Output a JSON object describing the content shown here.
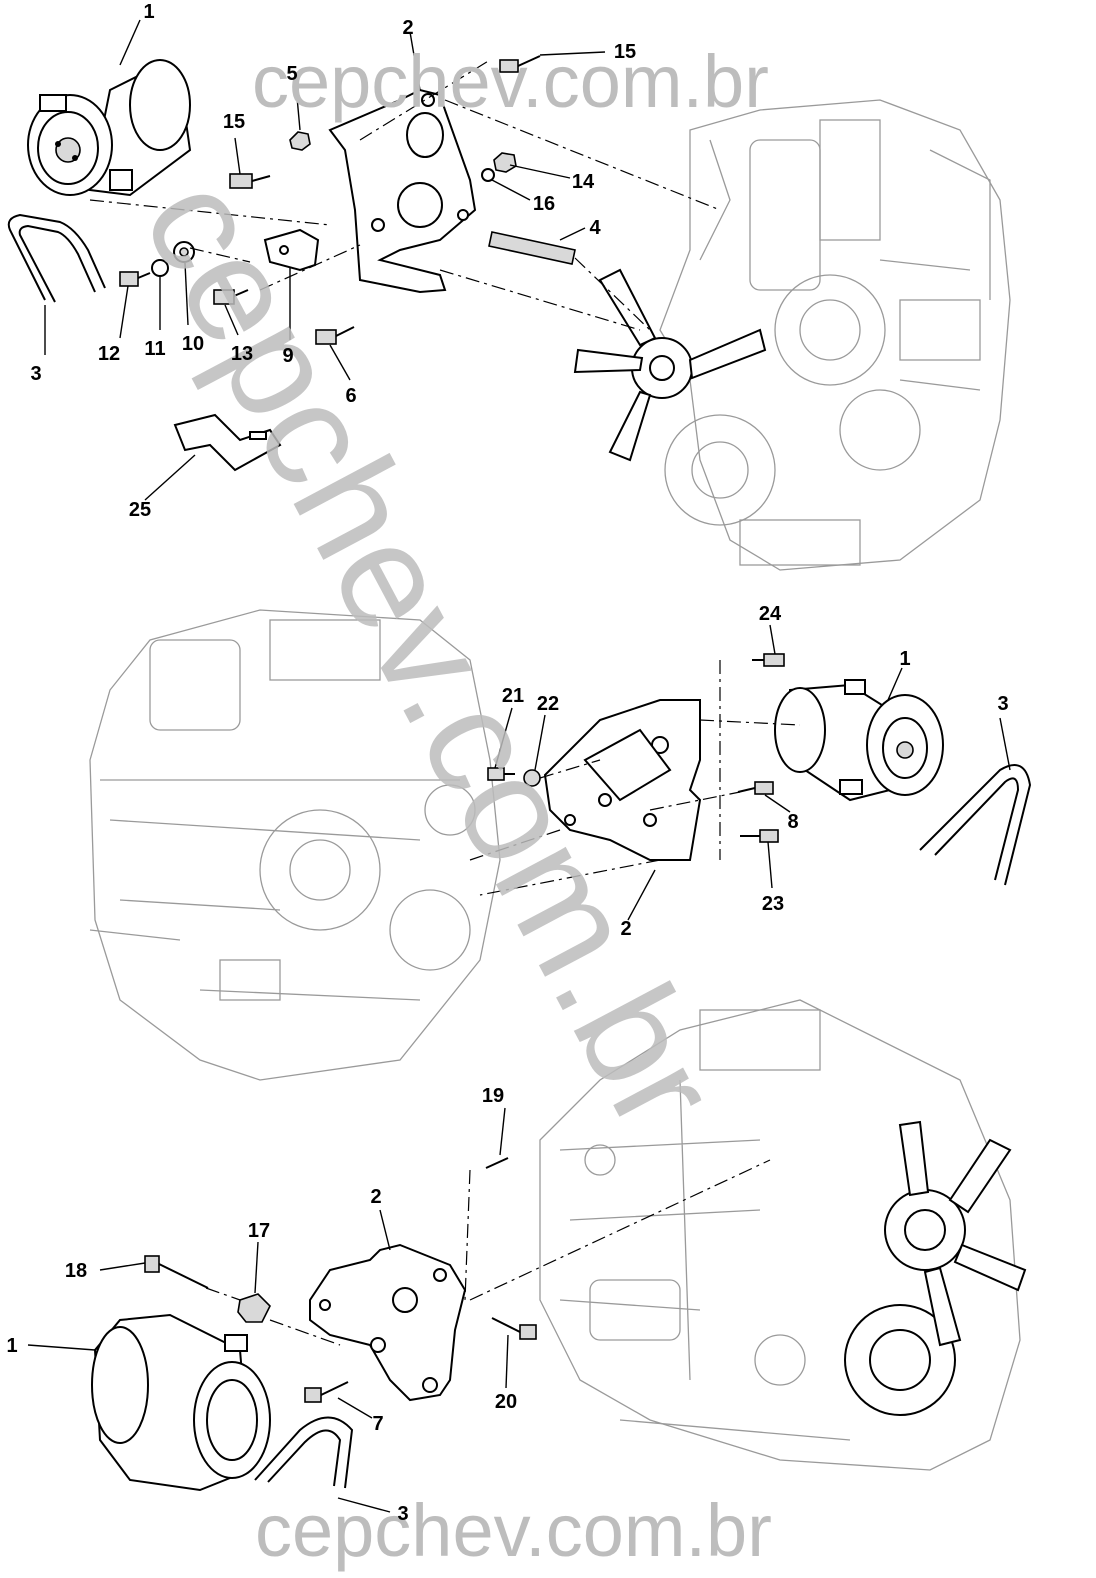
{
  "watermark": {
    "top": "cepchev.com.br",
    "bottom": "cepchev.com.br",
    "diagonal": "cepchev.com.br"
  },
  "callouts": {
    "c1_top": "1",
    "c2_top": "2",
    "c3_top": "3",
    "c4": "4",
    "c5": "5",
    "c6": "6",
    "c9": "9",
    "c10": "10",
    "c11": "11",
    "c12": "12",
    "c13": "13",
    "c14": "14",
    "c15_a": "15",
    "c15_b": "15",
    "c16": "16",
    "c25": "25",
    "c1_mid": "1",
    "c2_mid": "2",
    "c3_mid": "3",
    "c8": "8",
    "c21": "21",
    "c22": "22",
    "c23": "23",
    "c24": "24",
    "c1_bot": "1",
    "c2_bot": "2",
    "c3_bot": "3",
    "c7": "7",
    "c17": "17",
    "c18": "18",
    "c19": "19",
    "c20": "20"
  }
}
